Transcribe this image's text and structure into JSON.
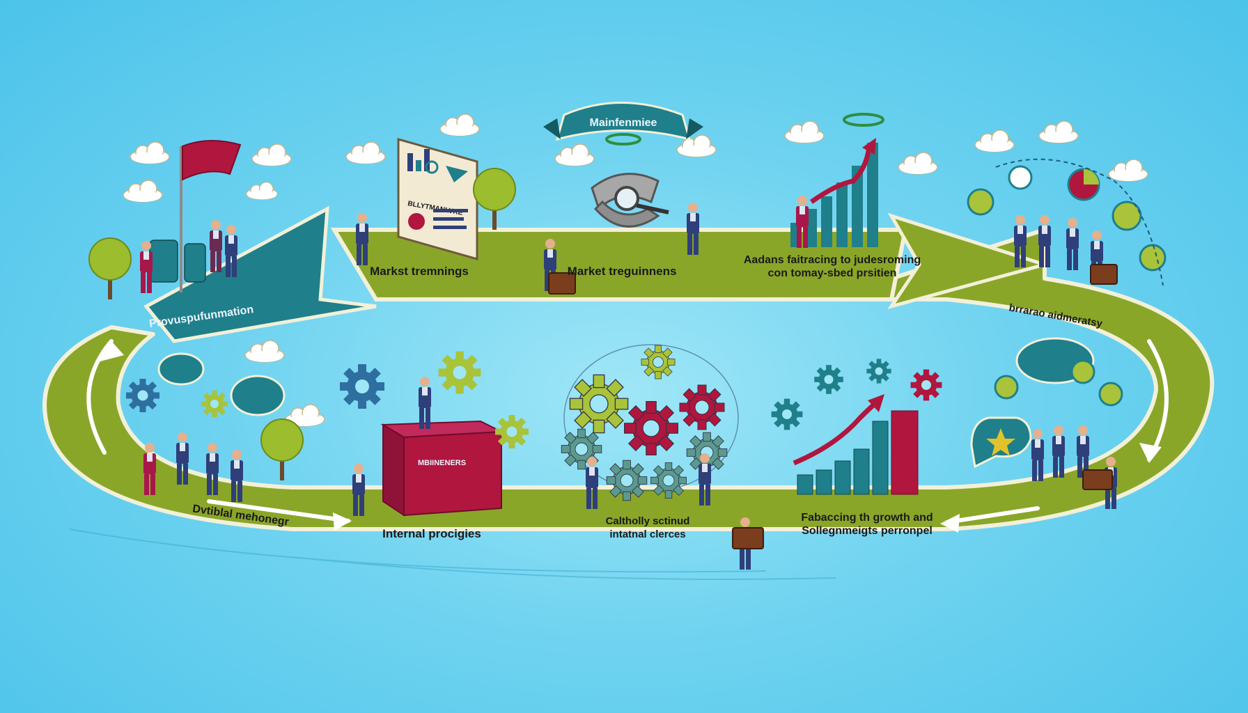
{
  "banner_title": "Mainfenmiee",
  "stages": {
    "top_left": "Provuspufunmation",
    "top_1": "Markst tremnings",
    "top_2": "Market treguinnens",
    "top_3_line1": "Aadans faitracing to judesroming",
    "top_3_line2": "con tomay-sbed prsitien",
    "top_right": "brrarao aidmeratsy",
    "bottom_1": "Dvtiblal mehonegr",
    "bottom_2": "Internal procigies",
    "bottom_3_line1": "Caltholly sctinud",
    "bottom_3_line2": "intatnal clerces",
    "bottom_4_line1": "Fabaccing th growth and",
    "bottom_4_line2": "Sollegnmeigts perronpel"
  },
  "board_text": "BLLYTMANLVKE",
  "crate_text": "MBIINENERS",
  "colors": {
    "sky": "#5ccbee",
    "track": "#8aa629",
    "track_edge": "#f2f0d8",
    "teal": "#1f7f8a",
    "crimson": "#a8174a",
    "navy": "#2e3f7a",
    "gear_green": "#a9c33a",
    "gear_red": "#b0163e"
  }
}
